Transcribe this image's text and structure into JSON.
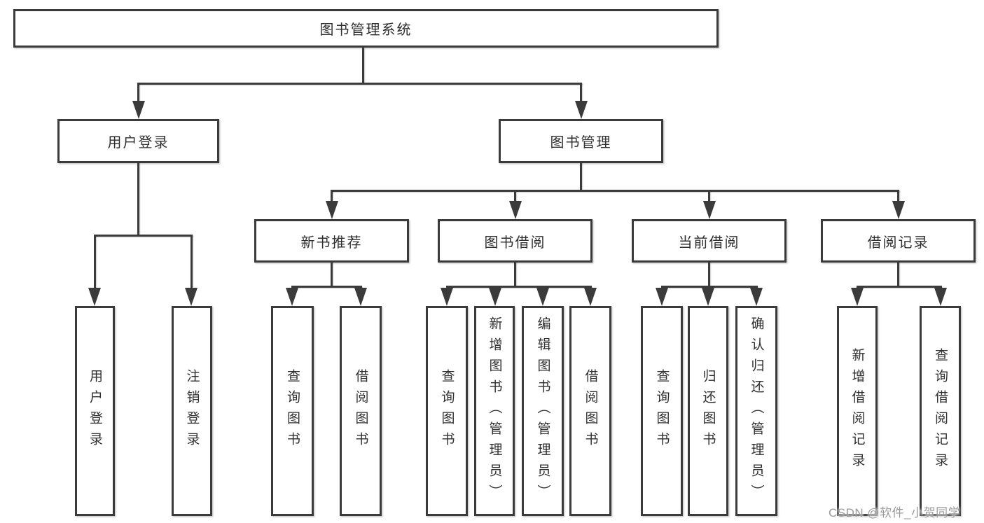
{
  "colors": {
    "line": "#3b3b3b",
    "text": "#2f2f2f",
    "background": "#ffffff",
    "watermark_text_color": "#9b9b9b"
  },
  "tree": {
    "root": {
      "label": "图书管理系统"
    },
    "level2": [
      {
        "label": "用户登录"
      },
      {
        "label": "图书管理"
      }
    ],
    "level3": [
      {
        "label": "新书推荐",
        "parent": "图书管理"
      },
      {
        "label": "图书借阅",
        "parent": "图书管理"
      },
      {
        "label": "当前借阅",
        "parent": "图书管理"
      },
      {
        "label": "借阅记录",
        "parent": "图书管理"
      }
    ],
    "leaves": [
      {
        "label": "用户登录",
        "parent": "用户登录"
      },
      {
        "label": "注销登录",
        "parent": "用户登录"
      },
      {
        "label": "查询图书",
        "parent": "新书推荐"
      },
      {
        "label": "借阅图书",
        "parent": "新书推荐"
      },
      {
        "label": "查询图书",
        "parent": "图书借阅"
      },
      {
        "label": "新增图书（管理员）",
        "parent": "图书借阅"
      },
      {
        "label": "编辑图书（管理员）",
        "parent": "图书借阅"
      },
      {
        "label": "借阅图书",
        "parent": "图书借阅"
      },
      {
        "label": "查询图书",
        "parent": "当前借阅"
      },
      {
        "label": "归还图书",
        "parent": "当前借阅"
      },
      {
        "label": "确认归还（管理员）",
        "parent": "当前借阅"
      },
      {
        "label": "新增借阅记录",
        "parent": "借阅记录"
      },
      {
        "label": "查询借阅记录",
        "parent": "借阅记录"
      }
    ]
  },
  "watermark": {
    "text": "CSDN @软件_小贺同学"
  }
}
